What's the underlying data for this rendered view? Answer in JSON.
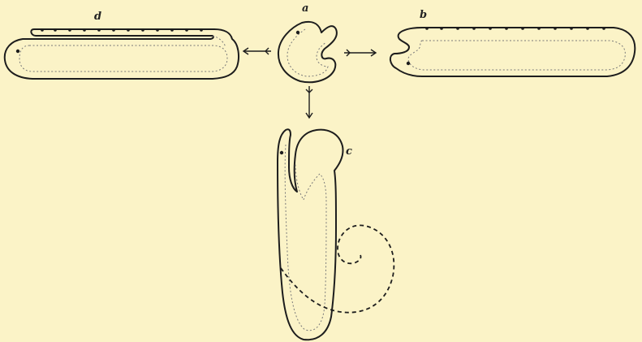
{
  "figure": {
    "labels": {
      "a": "a",
      "b": "b",
      "c": "c",
      "d": "d"
    },
    "colors": {
      "background": "#fbf3c7",
      "ink": "#1d1d1d",
      "inner_line": "#7a7a7a"
    }
  }
}
